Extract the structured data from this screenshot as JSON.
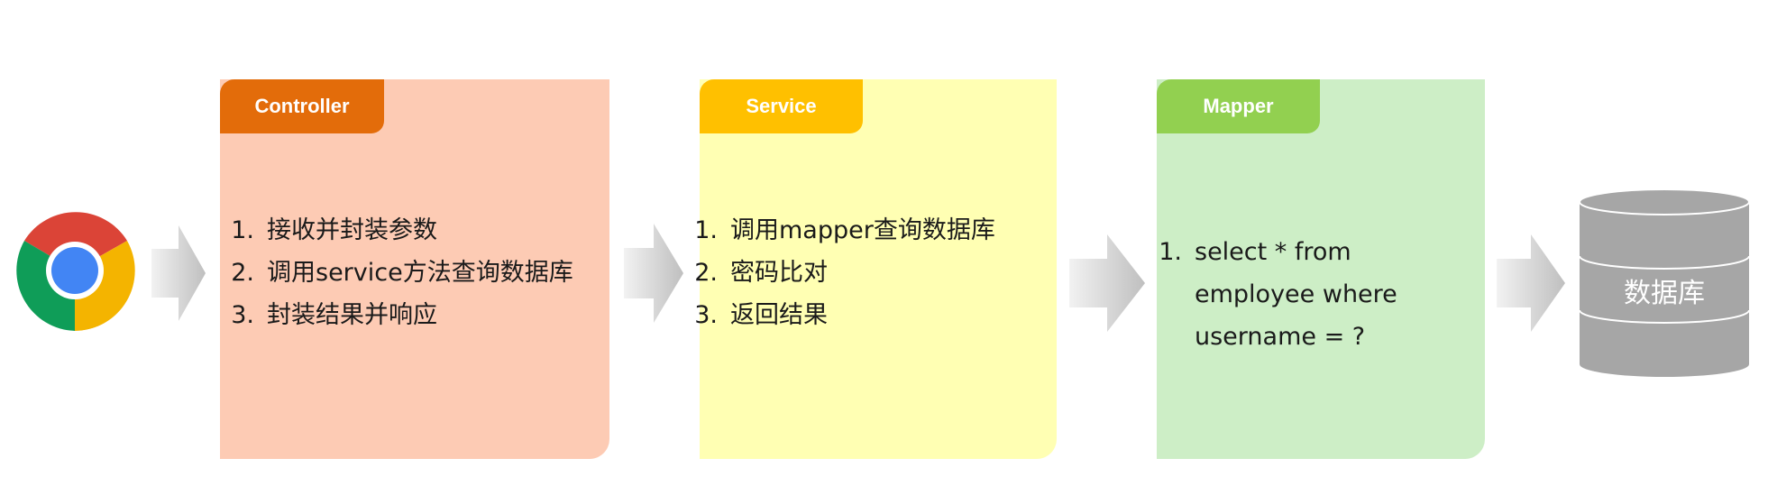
{
  "browser": {
    "icon": "chrome-browser-icon"
  },
  "arrows": [
    "arrow-right-icon",
    "arrow-right-icon",
    "arrow-right-icon",
    "arrow-right-icon"
  ],
  "controller": {
    "title": "Controller",
    "color": "#e36c0a",
    "bg": "#fdcbb4",
    "items": [
      "接收并封装参数",
      "调用service方法查询数据库",
      "封装结果并响应"
    ],
    "numbers": [
      "1.",
      "2.",
      "3."
    ]
  },
  "service": {
    "title": "Service",
    "color": "#ffc000",
    "bg": "#ffffb3",
    "items": [
      "调用mapper查询数据库",
      "密码比对",
      "返回结果"
    ],
    "numbers": [
      "1.",
      "2.",
      "3."
    ]
  },
  "mapper": {
    "title": "Mapper",
    "color": "#92d050",
    "bg": "#cdeec6",
    "items": [
      "select * from employee where username = ?"
    ],
    "numbers": [
      "1."
    ]
  },
  "database": {
    "label": "数据库",
    "color": "#a6a6a6"
  }
}
